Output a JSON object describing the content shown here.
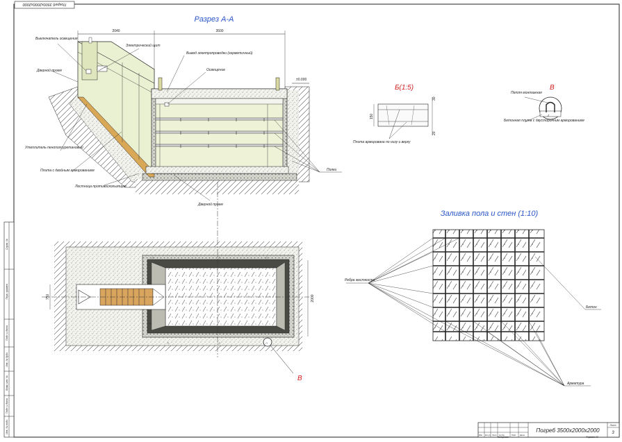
{
  "stamp": "Погреб 3500x2000x2000",
  "section_title": "Разрез А-А",
  "detail_b_title": "Б(1:5)",
  "detail_v_title": "В",
  "pour_title": "Заливка пола и стен (1:10)",
  "plan_marker": "В",
  "dimensions": {
    "top_left": "2040",
    "top_right": "3500",
    "plan_height": "2000",
    "plan_stair_width": "750",
    "level_mark": "±0.000",
    "detail_b_h1": "150",
    "detail_b_h2": "30",
    "detail_b_h3": "20"
  },
  "callouts": {
    "switch": "Выключатель освещения",
    "panel": "Электрический щит",
    "door": "Дверной проем",
    "wiring": "Вывод электропроводки (герметичный)",
    "lighting": "Освещение",
    "insulation": "Утеплитель пенополиуретановый",
    "slab_double": "Плита с двойным армированием",
    "stair": "Лестница противоскользящая",
    "door_bottom": "Дверной проем",
    "shelves": "Полки",
    "plate_note": "Плита армирована по низу и верху",
    "loop": "Петля монтажная",
    "concrete_slab": "Бетонная плита с двусторонним армированием",
    "ribs": "Ребра жесткости",
    "concrete": "Бетон",
    "rebar": "Арматура"
  },
  "title_block": {
    "title": "Погреб 3500x2000x2000",
    "sheet_label": "Лист",
    "sheet_no": "3",
    "copied": "Копировал",
    "format": "Формат А3",
    "cols": [
      "Изм.",
      "Кол.уч",
      "Лист",
      "№ док.",
      "Подп.",
      "Дата"
    ]
  },
  "left_strip": [
    "Инв. № подл.",
    "Подп. и дата",
    "Взам. инв. №",
    "Инв. № дубл.",
    "Подп. и дата",
    "Справ. №",
    "Перв. примен."
  ]
}
